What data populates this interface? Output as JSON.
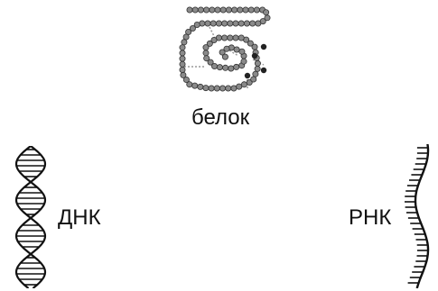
{
  "labels": {
    "protein": "белок",
    "dna": "ДНК",
    "rna": "РНК"
  },
  "icons": {
    "protein": "protein-chain-icon",
    "dna": "dna-double-helix-icon",
    "rna": "rna-single-strand-icon"
  },
  "colors": {
    "ink": "#111111",
    "bead": "#8a8a8a",
    "bead_dark": "#222222",
    "bond": "#9a9a9a"
  }
}
